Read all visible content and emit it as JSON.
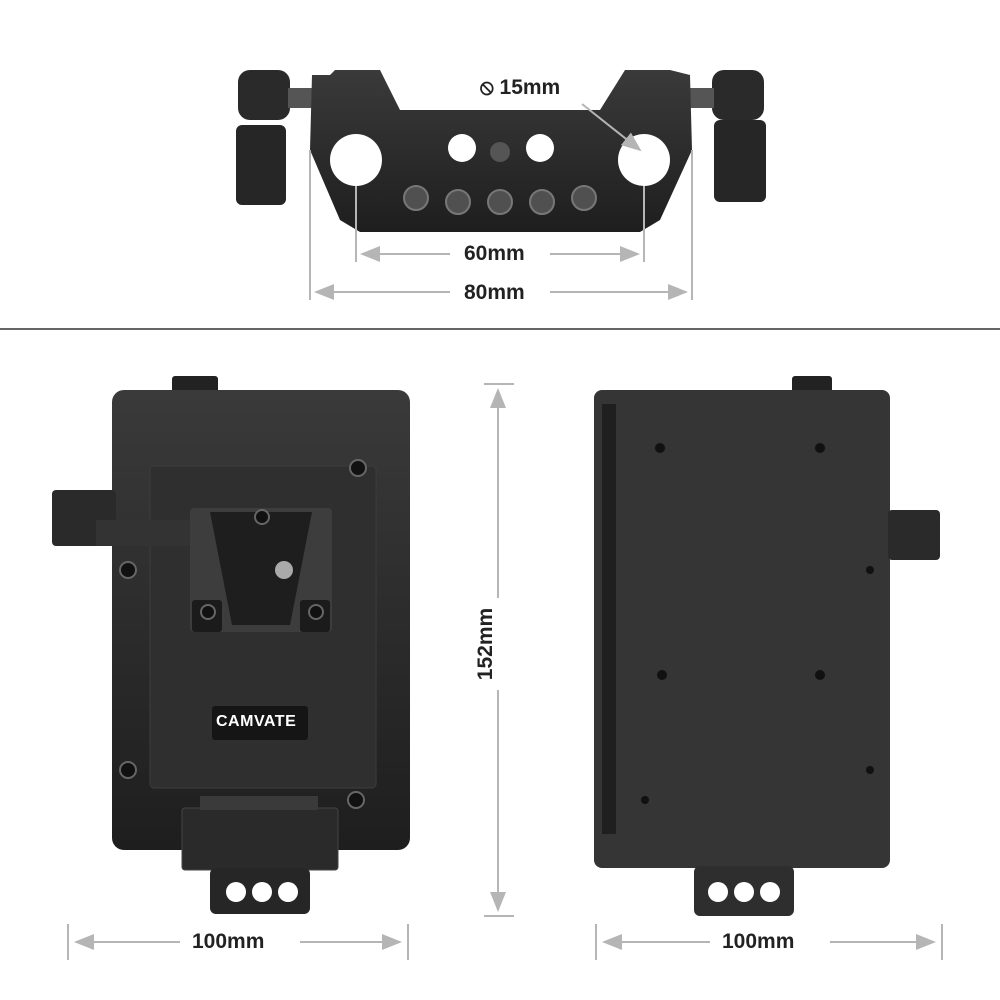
{
  "product_photo": {
    "top_view": {
      "rod_diameter_label": "⦸ 15mm",
      "inner_spacing_label": "60mm",
      "outer_spacing_label": "80mm"
    },
    "front_view": {
      "brand_label": "CAMVATE",
      "height_label": "152mm",
      "width_label": "100mm"
    },
    "back_view": {
      "width_label": "100mm"
    },
    "colors": {
      "metal": "#2b2b2b",
      "metal_highlight": "#4a4a4a",
      "dimension_line": "#b5b5b5",
      "divider": "#666666",
      "background": "#ffffff"
    }
  }
}
